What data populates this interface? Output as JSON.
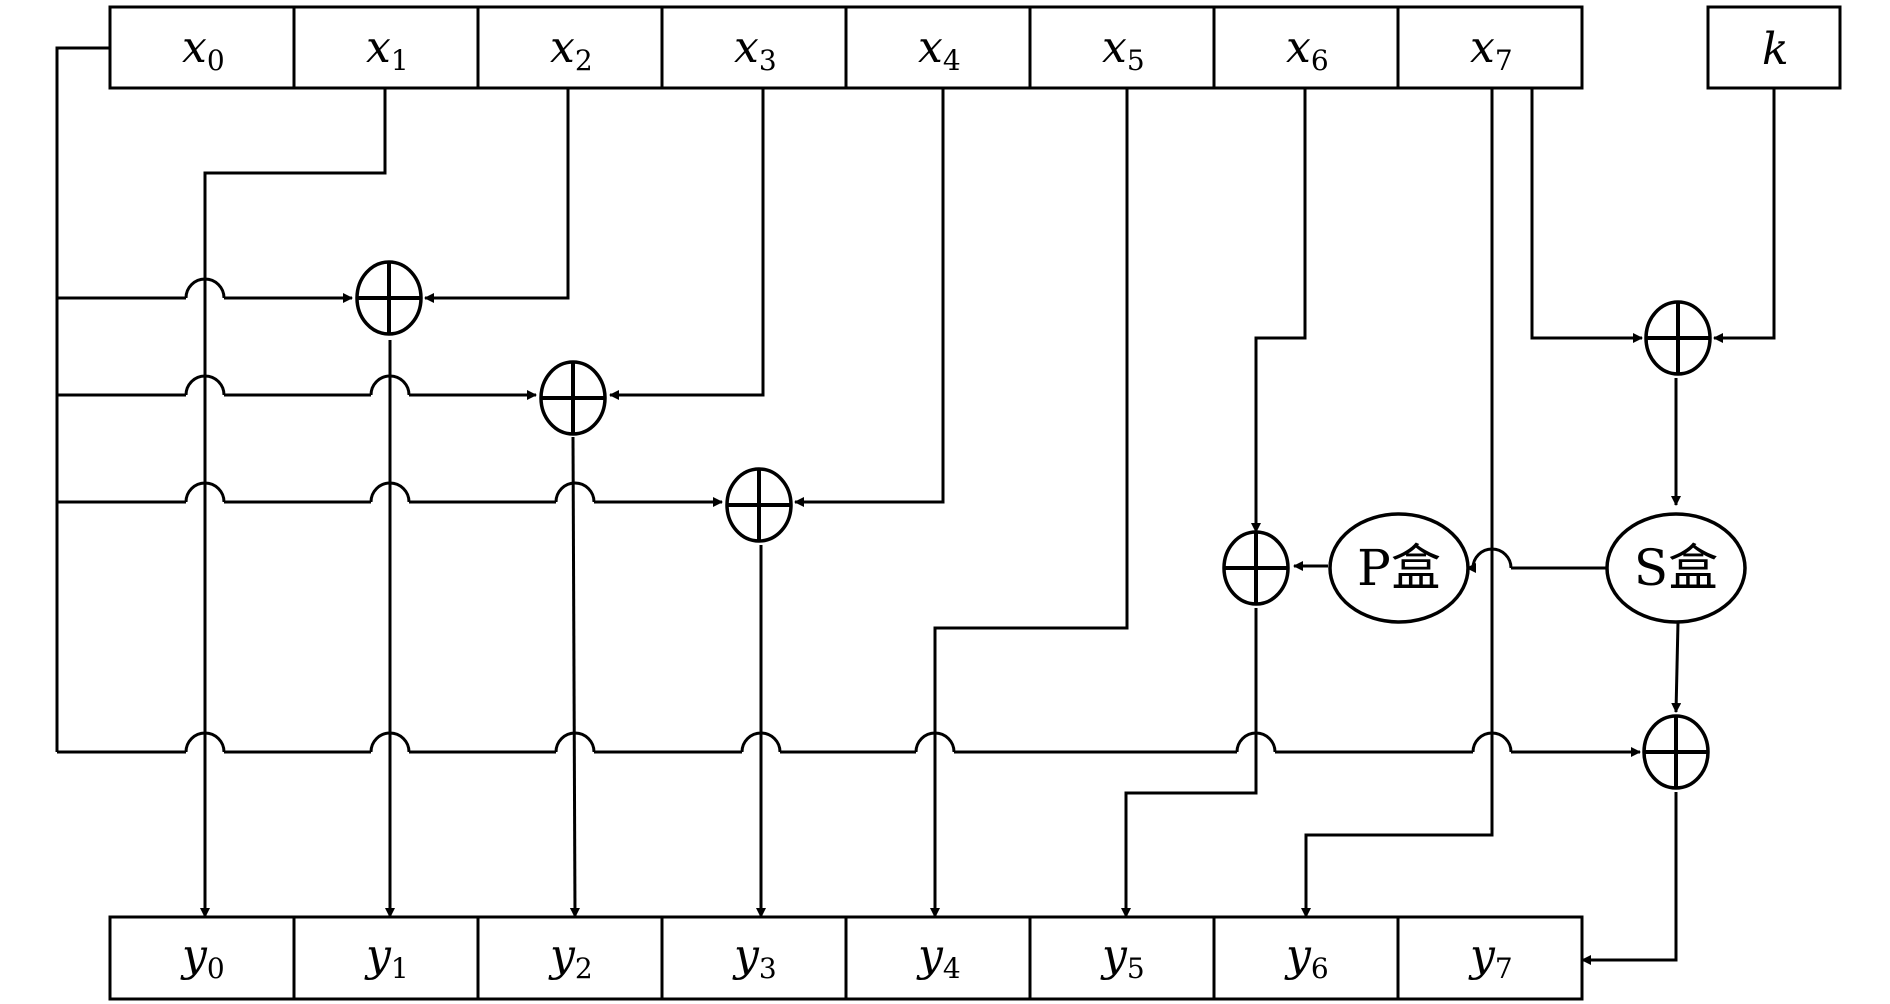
{
  "inputs": [
    {
      "base": "x",
      "sub": "0"
    },
    {
      "base": "x",
      "sub": "1"
    },
    {
      "base": "x",
      "sub": "2"
    },
    {
      "base": "x",
      "sub": "3"
    },
    {
      "base": "x",
      "sub": "4"
    },
    {
      "base": "x",
      "sub": "5"
    },
    {
      "base": "x",
      "sub": "6"
    },
    {
      "base": "x",
      "sub": "7"
    }
  ],
  "key": {
    "base": "k"
  },
  "outputs": [
    {
      "base": "y",
      "sub": "0"
    },
    {
      "base": "y",
      "sub": "1"
    },
    {
      "base": "y",
      "sub": "2"
    },
    {
      "base": "y",
      "sub": "3"
    },
    {
      "base": "y",
      "sub": "4"
    },
    {
      "base": "y",
      "sub": "5"
    },
    {
      "base": "y",
      "sub": "6"
    },
    {
      "base": "y",
      "sub": "7"
    }
  ],
  "p_box": {
    "label": "P盒"
  },
  "s_box": {
    "label": "S盒"
  },
  "colors": {
    "stroke": "#000000",
    "background": "#ffffff"
  }
}
